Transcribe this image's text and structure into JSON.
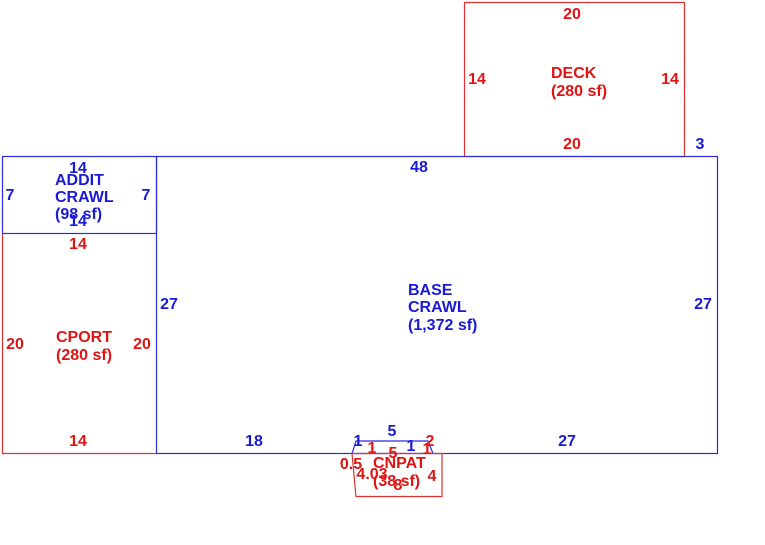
{
  "colors": {
    "blue": "#1a1ad6",
    "red": "#e01414"
  },
  "areas": {
    "deck": {
      "name": "DECK",
      "area": "(280 sf)"
    },
    "addit": {
      "name1": "ADDIT",
      "name2": "CRAWL",
      "area": "(98 sf)"
    },
    "base": {
      "name1": "BASE",
      "name2": "CRAWL",
      "area": "(1,372 sf)"
    },
    "cport": {
      "name": "CPORT",
      "area": "(280 sf)"
    },
    "cnpat": {
      "name": "CNPAT",
      "area": "(38 sf)"
    }
  },
  "dims": {
    "deck_top": "20",
    "deck_left": "14",
    "deck_right": "14",
    "deck_bottom": "20",
    "deck_offset": "3",
    "addit_top": "14",
    "addit_left": "7",
    "addit_right": "7",
    "addit_bottom": "14",
    "base_top": "48",
    "base_left": "27",
    "base_right": "27",
    "base_bottom_left": "18",
    "base_bottom_right": "27",
    "cport_top": "14",
    "cport_left": "20",
    "cport_right": "20",
    "cport_bottom": "14",
    "notch_top": "5",
    "notch_l": "1",
    "notch_r": "1",
    "cnpat_a": "1",
    "cnpat_b": "5",
    "cnpat_c": "2",
    "cnpat_d": "1",
    "cnpat_e": "0.5",
    "cnpat_f": "4.03",
    "cnpat_g": "4",
    "cnpat_h": "8"
  }
}
